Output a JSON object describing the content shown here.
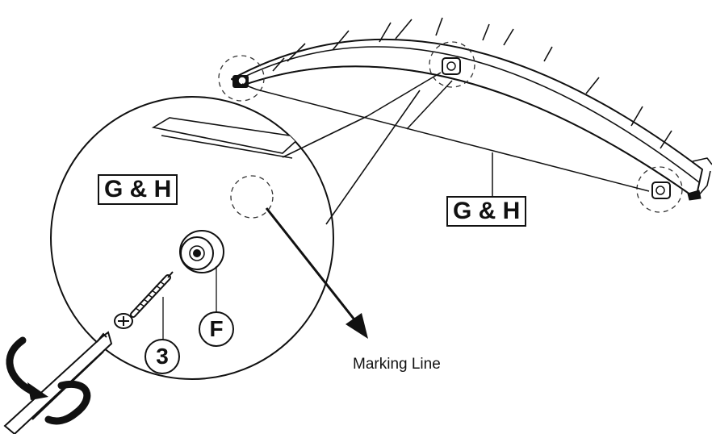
{
  "labels": {
    "part_group_inset": "G & H",
    "part_group_main": "G & H",
    "part_f": "F",
    "part_3": "3",
    "marking_line": "Marking Line"
  },
  "colors": {
    "stroke": "#111111",
    "background": "#ffffff"
  },
  "icons": {
    "tool": "screwdriver-icon",
    "rotation": "rotate-arrow-icon",
    "screw": "screw-icon",
    "spacer": "spacer-icon"
  }
}
